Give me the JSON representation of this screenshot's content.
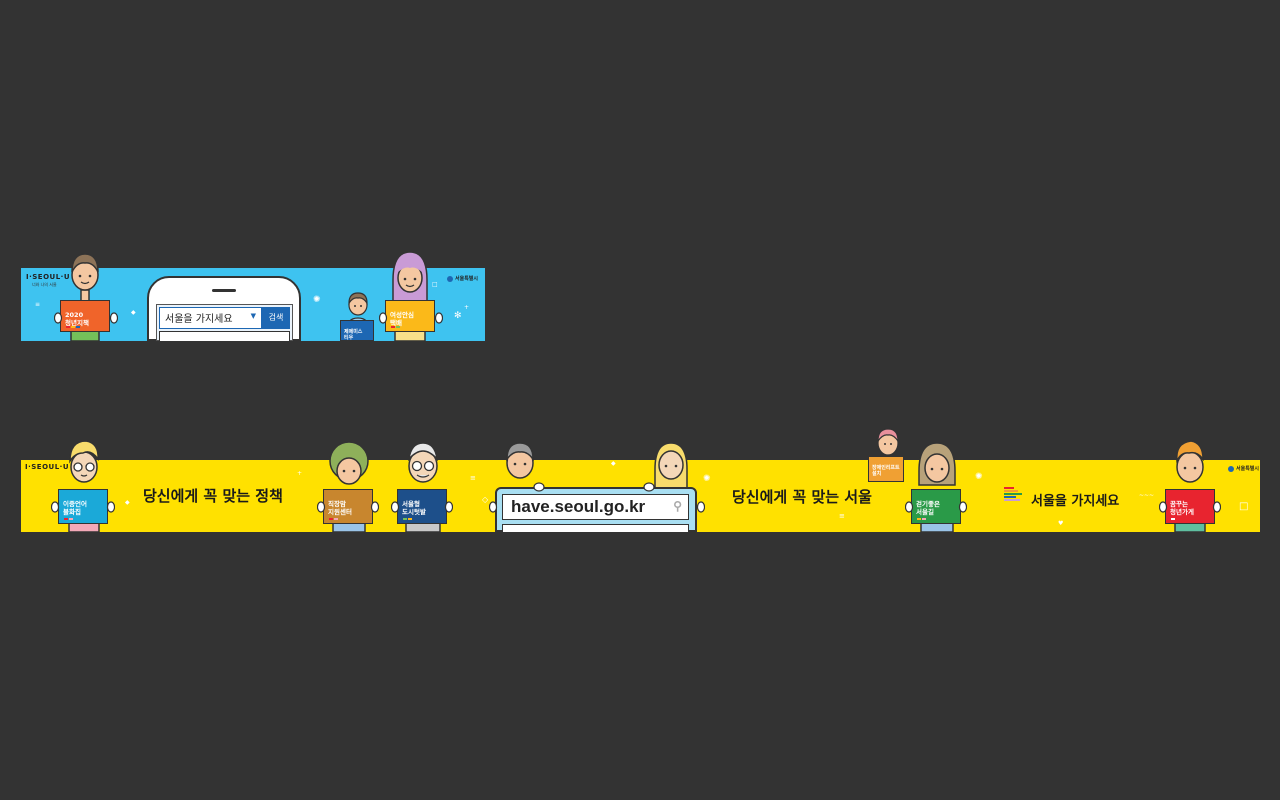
{
  "banner_top": {
    "bg_color": "#3ec3f0",
    "brand": {
      "logo": "I·SEOUL·U",
      "tagline": "너와 나의 서울"
    },
    "city_label": "서울특별시",
    "search": {
      "select_value": "서울을 가지세요",
      "button_label": "검색"
    },
    "signs": [
      {
        "text": "2020\n청년지책",
        "color": "#f0642a"
      },
      {
        "text": "제메미스\n티우",
        "color": "#1d67b3"
      },
      {
        "text": "여성안심\n택배",
        "color": "#fbb919"
      }
    ]
  },
  "banner_bottom": {
    "bg_color": "#ffe100",
    "brand": {
      "logo": "I·SEOUL·U"
    },
    "city_label": "서울특별시",
    "slogan_policy": "당신에게 꼭 맞는 정책",
    "slogan_seoul": "당신에게 꼭 맞는 서울",
    "url": "have.seoul.go.kr",
    "have_seoul": "서울을 가지세요",
    "signs": [
      {
        "text": "이중언어\n블화집",
        "color": "#1ba9d8"
      },
      {
        "text": "직장맘\n지원센터",
        "color": "#c8862e"
      },
      {
        "text": "서울형\n도시텃밭",
        "color": "#1d4f8a"
      },
      {
        "text": "장애인리프트\n설치",
        "color": "#f0a033"
      },
      {
        "text": "걷기좋은\n서울길",
        "color": "#2a9a48"
      },
      {
        "text": "꿈꾸는\n청년가게",
        "color": "#e8242f"
      }
    ]
  }
}
